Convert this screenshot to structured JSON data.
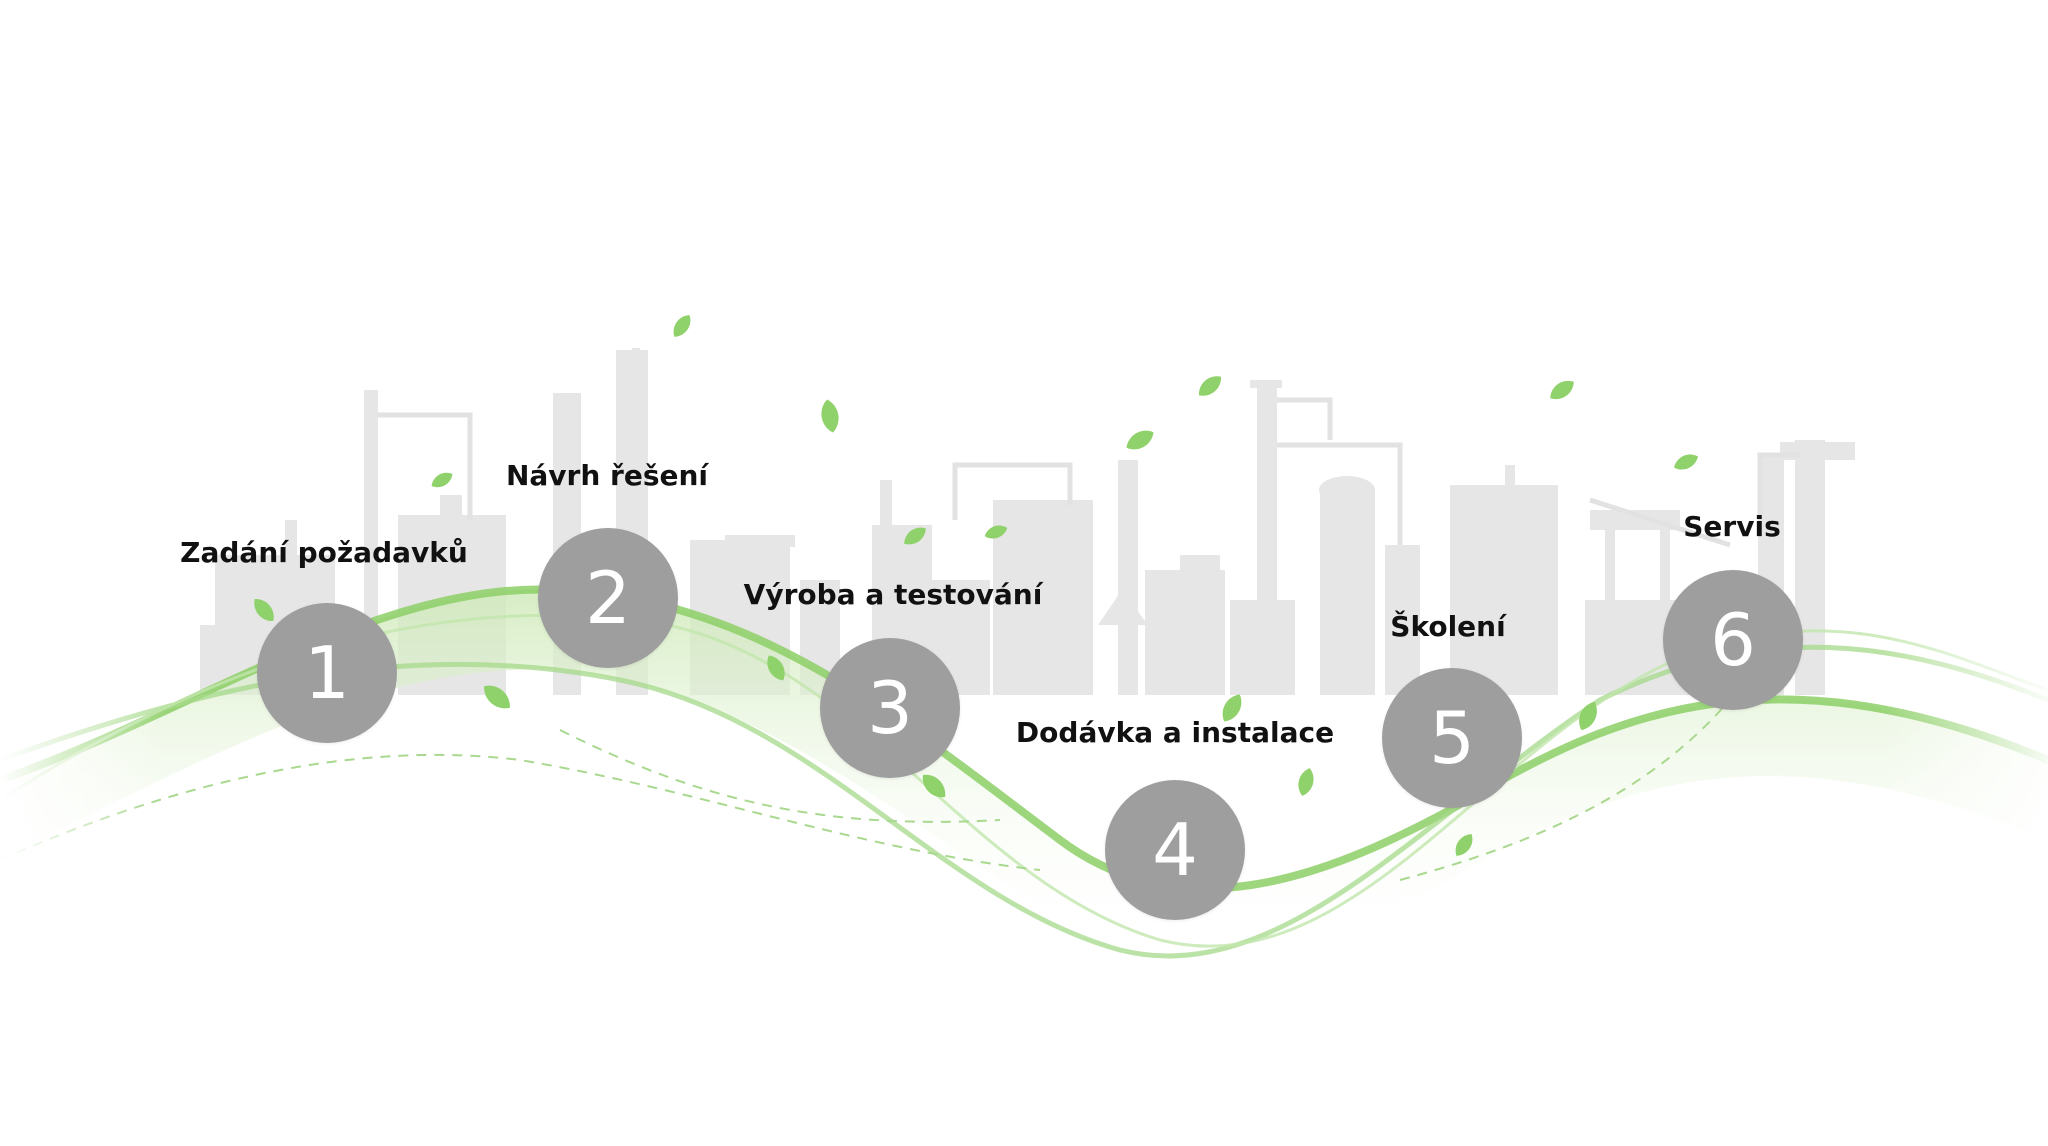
{
  "colors": {
    "circle": "#9e9e9e",
    "circle_text": "#ffffff",
    "label_text": "#111111",
    "wave_green": "#7dc95a",
    "wave_light": "#d8efc8",
    "factory_gray": "#e5e5e5",
    "leaf_green": "#8fd16a"
  },
  "steps": [
    {
      "number": "1",
      "label": "Zadání požadavků"
    },
    {
      "number": "2",
      "label": "Návrh řešení"
    },
    {
      "number": "3",
      "label": "Výroba a testování"
    },
    {
      "number": "4",
      "label": "Dodávka a instalace"
    },
    {
      "number": "5",
      "label": "Školení"
    },
    {
      "number": "6",
      "label": "Servis"
    }
  ]
}
